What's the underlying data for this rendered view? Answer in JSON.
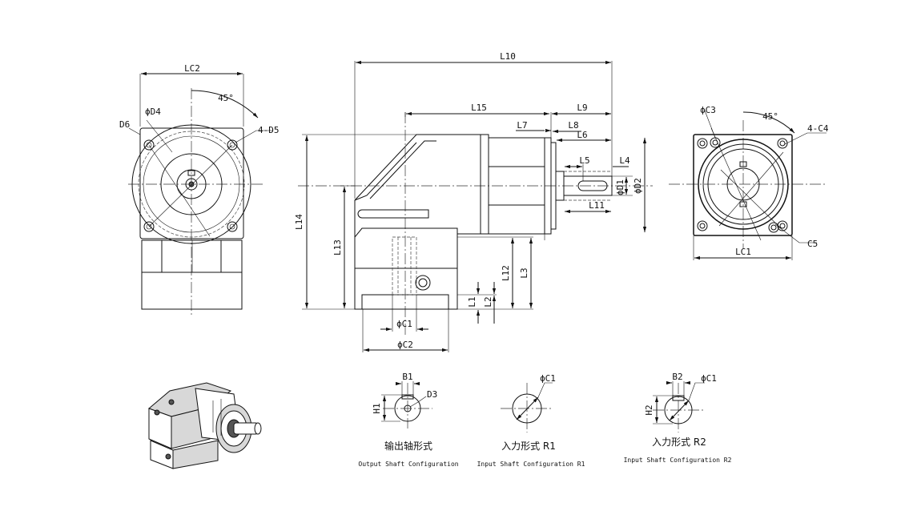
{
  "labels": {
    "LC2": "LC2",
    "angle_left": "45°",
    "D6": "D6",
    "D4": "ϕD4",
    "D5": "4-D5",
    "L10": "L10",
    "L15": "L15",
    "L9": "L9",
    "L7": "L7",
    "L8": "L8",
    "L6": "L6",
    "L5": "L5",
    "L4": "L4",
    "D1": "ϕD1",
    "D2": "ϕD2",
    "L11": "L11",
    "L14": "L14",
    "L13": "L13",
    "L12": "L12",
    "L3": "L3",
    "L1": "L1",
    "L2": "L2",
    "C1_side": "ϕC1",
    "C2": "ϕC2",
    "C3": "ϕC3",
    "angle_right": "45°",
    "C4": "4-C4",
    "C5": "C5",
    "LC1": "LC1",
    "B1": "B1",
    "H1": "H1",
    "D3": "D3",
    "C1_r1": "ϕC1",
    "B2": "B2",
    "H2": "H2",
    "C1_r2": "ϕC1"
  },
  "captions": {
    "output": {
      "cn": "输出轴形式",
      "en": "Output Shaft Configuration"
    },
    "r1": {
      "cn": "入力形式 R1",
      "en": "Input Shaft Configuration R1"
    },
    "r2": {
      "cn": "入力形式 R2",
      "en": "Input Shaft Configuration R2"
    }
  }
}
